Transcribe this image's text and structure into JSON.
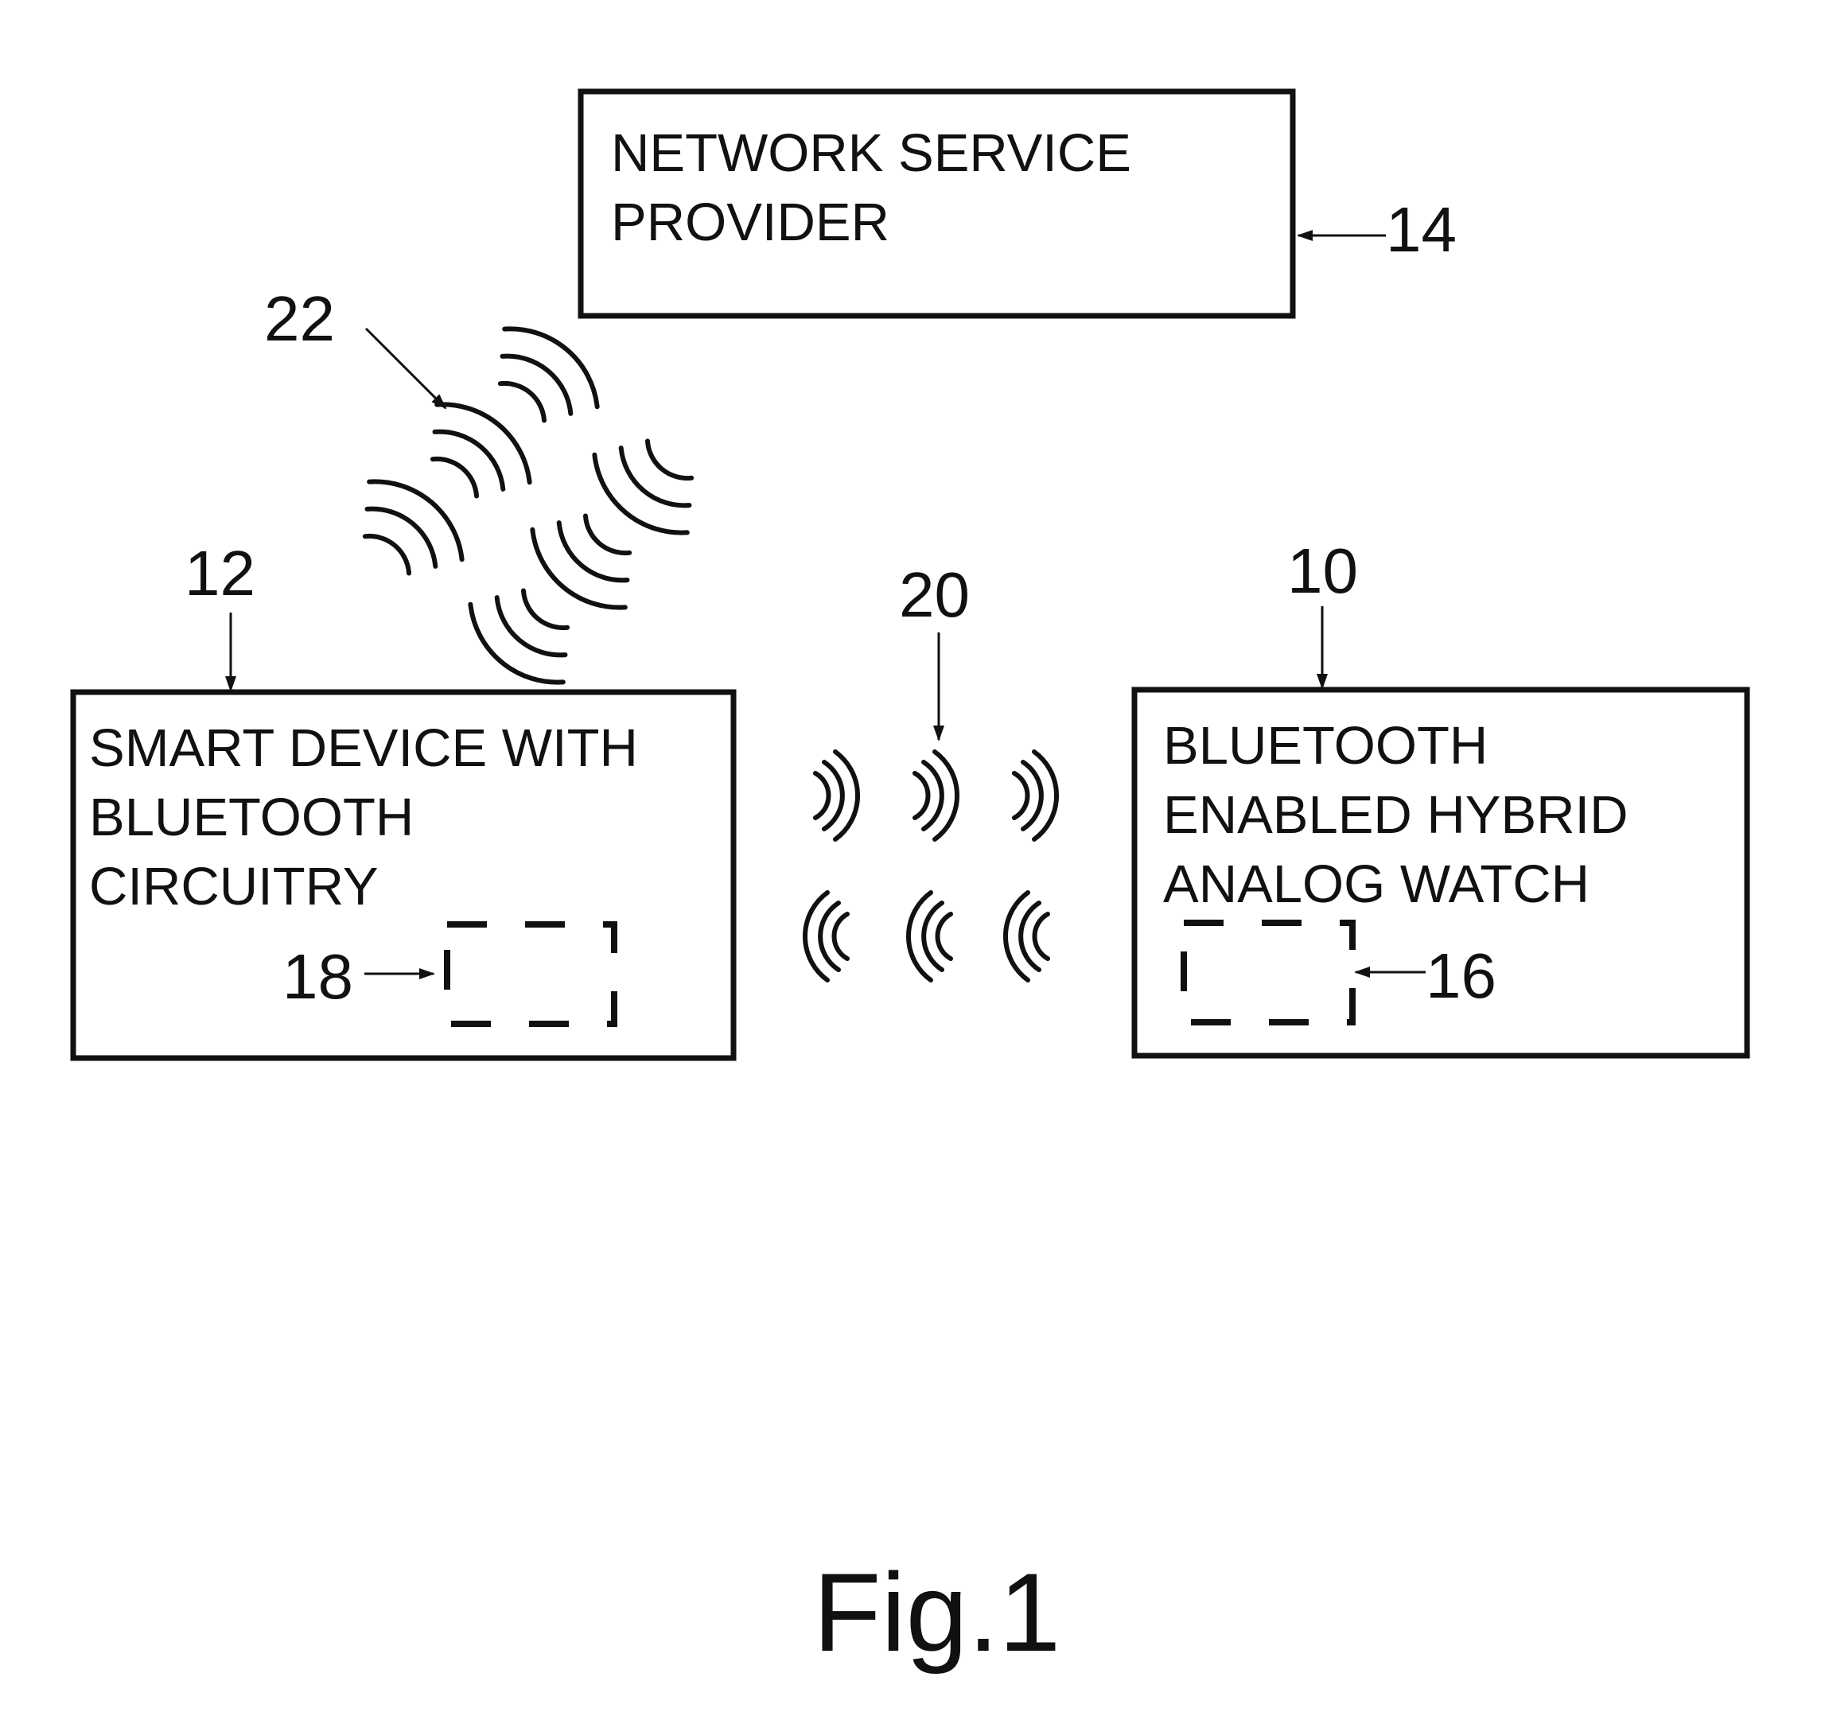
{
  "network_box": {
    "lines": [
      "NETWORK SERVICE",
      "PROVIDER"
    ],
    "ref": "14"
  },
  "smart_device_box": {
    "lines": [
      "SMART DEVICE WITH",
      "BLUETOOTH",
      "CIRCUITRY"
    ],
    "ref": "12",
    "inner_ref": "18"
  },
  "watch_box": {
    "lines": [
      "BLUETOOTH",
      "ENABLED HYBRID",
      "ANALOG WATCH"
    ],
    "ref": "10",
    "inner_ref": "16"
  },
  "signals": {
    "cellular_ref": "22",
    "bluetooth_ref": "20"
  },
  "caption": "Fig.1"
}
